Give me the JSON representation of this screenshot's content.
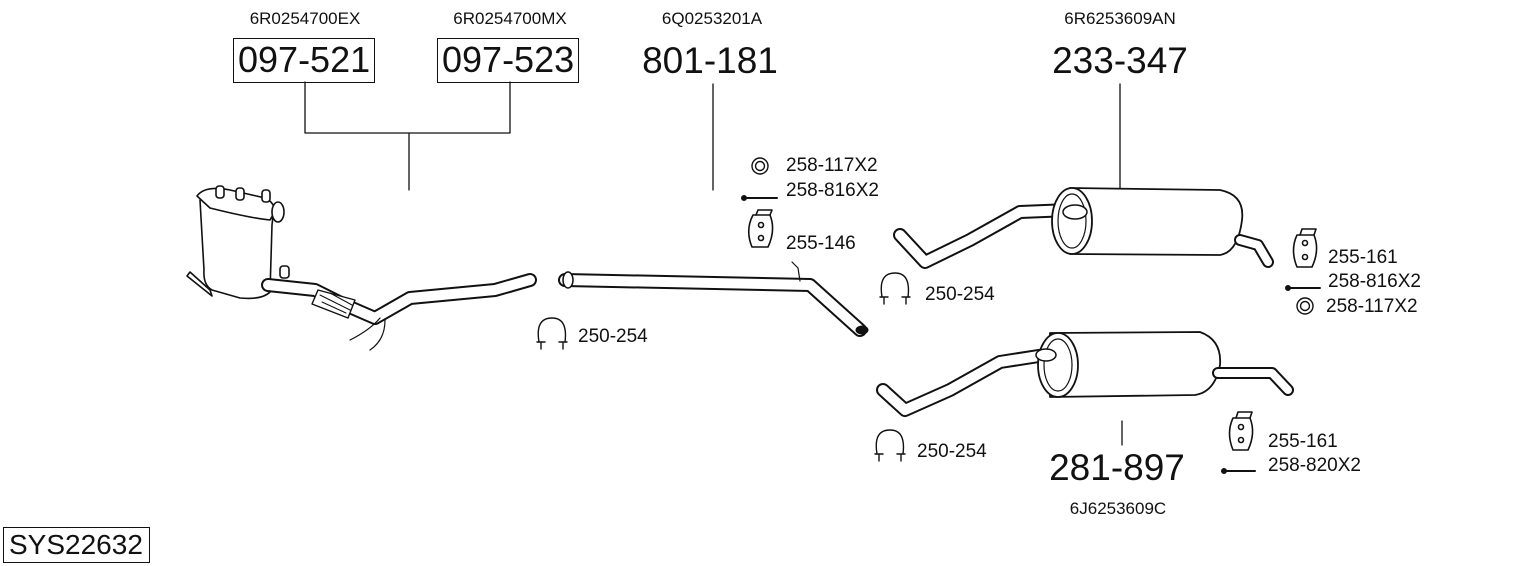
{
  "system_code": "SYS22632",
  "groups": {
    "cat_ex": {
      "oe": "6R0254700EX",
      "part": "097-521"
    },
    "cat_mx": {
      "oe": "6R0254700MX",
      "part": "097-523"
    },
    "middle_pipe": {
      "oe": "6Q0253201A",
      "part": "801-181"
    },
    "rear_silencer_a": {
      "oe": "6R6253609AN",
      "part": "233-347"
    },
    "rear_silencer_b": {
      "oe": "6J6253609C",
      "part": "281-897"
    }
  },
  "accessories": {
    "ring_mid": "258-117X2",
    "bolt_mid": "258-816X2",
    "hanger_mid": "255-146",
    "clamp_1": "250-254",
    "clamp_2": "250-254",
    "hanger_rear_a": "255-161",
    "bolt_rear_a": "258-816X2",
    "ring_rear_a": "258-117X2",
    "clamp_3": "250-254",
    "hanger_rear_b": "255-161",
    "bolt_rear_b": "258-820X2"
  },
  "icons": [
    "catalytic-converter",
    "pipe",
    "silencer",
    "clamp-icon",
    "hanger-icon",
    "bolt-icon",
    "ring-icon"
  ],
  "colors": {
    "line": "#111111",
    "background": "#ffffff"
  }
}
